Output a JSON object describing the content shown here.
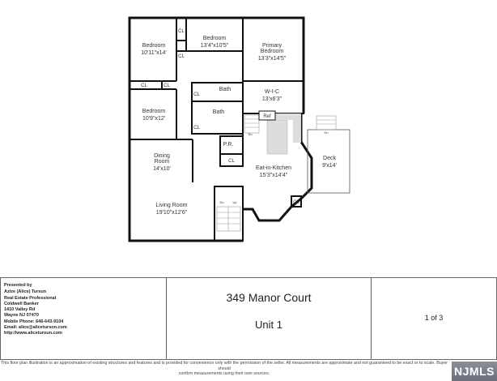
{
  "rooms": {
    "bedroom1": {
      "name": "Bedroom",
      "size": "10'11\"x14'"
    },
    "bedroom2": {
      "name": "Bedroom",
      "size": "13'4\"x10'5\""
    },
    "primary": {
      "name1": "Primary",
      "name2": "Bedroom",
      "size": "13'3\"x14'5\""
    },
    "bedroom3": {
      "name": "Bedroom",
      "size": "10'9\"x12'"
    },
    "wic": {
      "name": "W-I-C",
      "size": "13'x6'3\""
    },
    "bath1": {
      "name": "Bath"
    },
    "bath2": {
      "name": "Bath"
    },
    "pr": {
      "name": "P.R."
    },
    "dining": {
      "name1": "Dining",
      "name2": "Room",
      "size": "14'x10'"
    },
    "living": {
      "name": "Living Room",
      "size": "19'10\"x12'6\""
    },
    "kitchen": {
      "name": "Eat-in-Kitchen",
      "size": "15'3\"x14'4\""
    },
    "deck": {
      "name": "Deck",
      "size": "9'x14'"
    },
    "closet": "CL",
    "ref": "Ref",
    "dn": "Dn",
    "up": "Up"
  },
  "presenter": {
    "heading": "Presented by",
    "lines": [
      "Azize (Alice) Tursun",
      "Real Estate Professional",
      "Coldwell Banker",
      "1410 Valley Rd",
      "Wayne NJ 07470",
      "Mobile Phone: 646-643-9104",
      "Email: alice@aliceturson.com",
      "http://www.aliceturoun.com"
    ]
  },
  "property": {
    "address": "349 Manor Court",
    "unit": "Unit 1"
  },
  "page_indicator": "1 of 3",
  "disclaimer": [
    "This floor plan illustration is an approximation of existing structures and features and is provided for convenience only with the permission of the seller. All measurements are approximate and not guaranteed to be exact or to scale. Buyer should",
    "confirm measurements using their own sources."
  ],
  "logo": "NJMLS"
}
